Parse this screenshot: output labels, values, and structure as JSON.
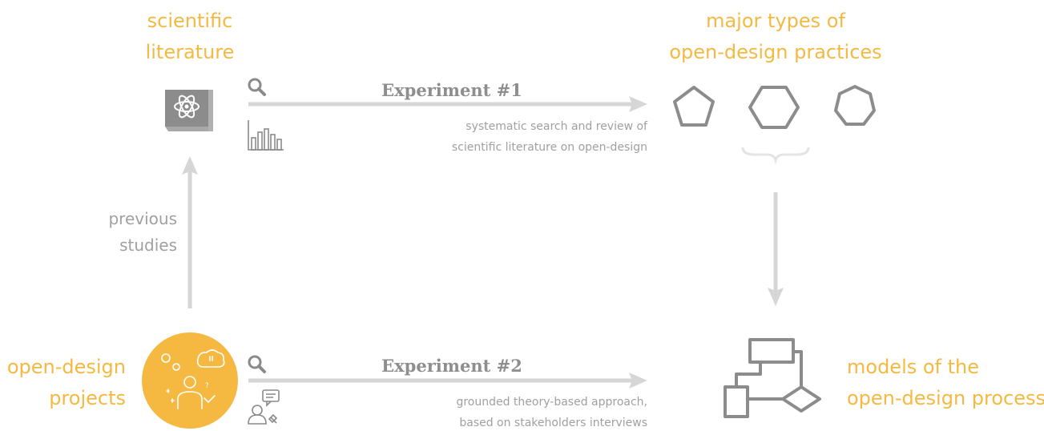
{
  "nodes": {
    "literature": {
      "line1": "scientific",
      "line2": "literature"
    },
    "practices": {
      "line1": "major types of",
      "line2": "open-design practices"
    },
    "projects": {
      "line1": "open-design",
      "line2": "projects"
    },
    "models": {
      "line1": "models of the",
      "line2": "open-design process"
    }
  },
  "experiments": {
    "exp1": {
      "title": "Experiment #1",
      "desc1": "systematic search and review of",
      "desc2": "scientific literature on open-design"
    },
    "exp2": {
      "title": "Experiment #2",
      "desc1": "grounded theory-based approach,",
      "desc2": "based on stakeholders interviews"
    }
  },
  "previous": {
    "line1": "previous",
    "line2": "studies"
  },
  "colors": {
    "accent": "#f5b942",
    "icon": "#8c8c8c",
    "arrow": "#d6d6d6",
    "text": "#a0a0a0"
  },
  "icons": [
    "book-atom-icon",
    "search-icon",
    "bar-chart-icon",
    "pentagon-icon",
    "hexagon-icon",
    "heptagon-icon",
    "brace-icon",
    "person-ideas-icon",
    "interview-icon",
    "flowchart-icon"
  ]
}
